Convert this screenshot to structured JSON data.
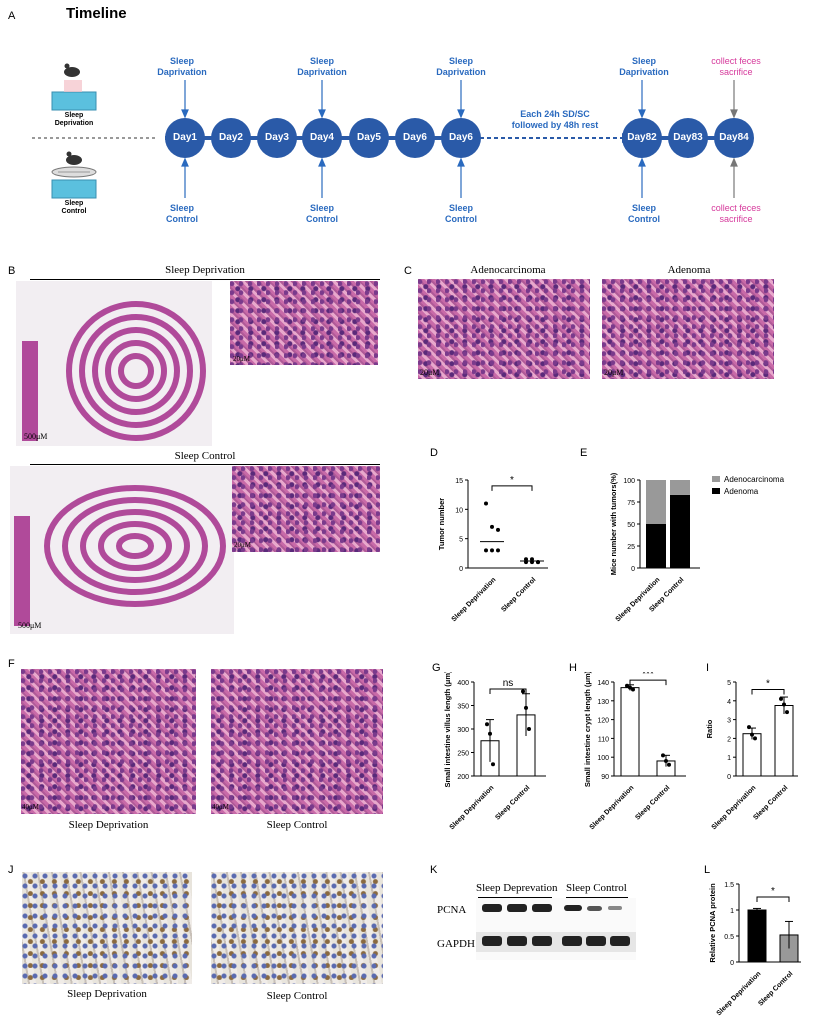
{
  "panelA": {
    "letter": "A",
    "title": "Timeline",
    "mouse_sd_label": [
      "Sleep",
      "Deprivation"
    ],
    "mouse_sc_label": [
      "Sleep",
      "Control"
    ],
    "days": [
      "Day1",
      "Day2",
      "Day3",
      "Day4",
      "Day5",
      "Day6",
      "Day6",
      "Day82",
      "Day83",
      "Day84"
    ],
    "top_labels": [
      "Sleep\nDaprivation",
      "Sleep\nDaprivation",
      "Sleep\nDaprivation",
      "Sleep\nDaprivation"
    ],
    "bottom_labels": [
      "Sleep\nControl",
      "Sleep\nControl",
      "Sleep\nControl",
      "Sleep\nControl"
    ],
    "rest_note": "Each 24h SD/SC\nfollowed by 48h rest",
    "collect_top": "collect feces\nsacrifice",
    "collect_bottom": "collect feces\nsacrifice",
    "colors": {
      "day": "#2a5aa8",
      "label": "#2a6abf",
      "collect": "#d63a9c"
    }
  },
  "panelB": {
    "letter": "B",
    "sd_title": "Sleep Deprivation",
    "sc_title": "Sleep Control",
    "scale_sd": "500μM",
    "scale_sd_inset": "20μM",
    "scale_sc": "500μM",
    "scale_sc_inset": "20μM"
  },
  "panelC": {
    "letter": "C",
    "left_title": "Adenocarcinoma",
    "right_title": "Adenoma",
    "scale_left": "20μM",
    "scale_right": "20μM"
  },
  "panelF": {
    "letter": "F",
    "left_caption": "Sleep Deprivation",
    "right_caption": "Sleep Control",
    "scale_left": "40μM",
    "scale_right": "40μM"
  },
  "panelJ": {
    "letter": "J",
    "left_caption": "Sleep Deprivation",
    "right_caption": "Sleep Control"
  },
  "panelK": {
    "letter": "K",
    "group_left": "Sleep Deprevation",
    "group_right": "Sleep Control",
    "band1": "PCNA",
    "band2": "GAPDH"
  },
  "chart_data": [
    {
      "panel": "D",
      "type": "scatter",
      "ylabel": "Tumor number",
      "ylim": [
        0,
        15
      ],
      "yticks": [
        0,
        5,
        10,
        15
      ],
      "categories": [
        "Sleep Deprivation",
        "Sleep Control"
      ],
      "series": [
        {
          "values": [
            11,
            7,
            6.5,
            3,
            3,
            3
          ]
        },
        {
          "values": [
            1.5,
            1.5,
            1,
            1,
            1,
            1
          ]
        }
      ],
      "means": [
        4.5,
        1.2
      ],
      "significance": "*"
    },
    {
      "panel": "E",
      "type": "bar",
      "ylabel": "Mice number with tumors(%)",
      "ylim": [
        0,
        100
      ],
      "yticks": [
        0,
        25,
        50,
        75,
        100
      ],
      "categories": [
        "Sleep Deprivation",
        "Sleep Control"
      ],
      "series": [
        {
          "name": "Adenoma",
          "values": [
            50,
            83
          ],
          "color": "#000000"
        },
        {
          "name": "Adenocarcinoma",
          "values": [
            50,
            17
          ],
          "color": "#999999"
        }
      ],
      "legend": "top-right"
    },
    {
      "panel": "G",
      "type": "bar",
      "ylabel": "Small intestine villus length (μm)",
      "ylim": [
        200,
        400
      ],
      "yticks": [
        200,
        250,
        300,
        350,
        400
      ],
      "categories": [
        "Sleep Deprivation",
        "Sleep Control"
      ],
      "values": [
        275,
        330
      ],
      "errors": [
        45,
        45
      ],
      "points": [
        [
          310,
          290,
          225
        ],
        [
          380,
          345,
          300
        ]
      ],
      "significance": "ns"
    },
    {
      "panel": "H",
      "type": "bar",
      "ylabel": "Small intestine crypt length (μm)",
      "ylim": [
        90,
        140
      ],
      "yticks": [
        90,
        100,
        110,
        120,
        130,
        140
      ],
      "categories": [
        "Sleep Deprivation",
        "Sleep Control"
      ],
      "values": [
        137,
        98
      ],
      "errors": [
        1.5,
        3
      ],
      "points": [
        [
          138,
          137,
          136
        ],
        [
          101,
          98,
          96
        ]
      ],
      "significance": "***"
    },
    {
      "panel": "I",
      "type": "bar",
      "ylabel": "Ratio",
      "ylim": [
        0,
        5
      ],
      "yticks": [
        0,
        1,
        2,
        3,
        4,
        5
      ],
      "categories": [
        "Sleep Deprivation",
        "Sleep Control"
      ],
      "values": [
        2.25,
        3.75
      ],
      "errors": [
        0.3,
        0.45
      ],
      "points": [
        [
          2.6,
          2.2,
          2.0
        ],
        [
          4.1,
          3.8,
          3.4
        ]
      ],
      "significance": "*"
    },
    {
      "panel": "L",
      "type": "bar",
      "ylabel": "Relative PCNA protein",
      "ylim": [
        0,
        1.5
      ],
      "yticks": [
        0.0,
        0.5,
        1.0,
        1.5
      ],
      "categories": [
        "Sleep Deprivation",
        "Sleep Control"
      ],
      "values": [
        1.0,
        0.52
      ],
      "errors": [
        0.03,
        0.26
      ],
      "colors": [
        "#000000",
        "#999999"
      ],
      "significance": "*"
    }
  ]
}
